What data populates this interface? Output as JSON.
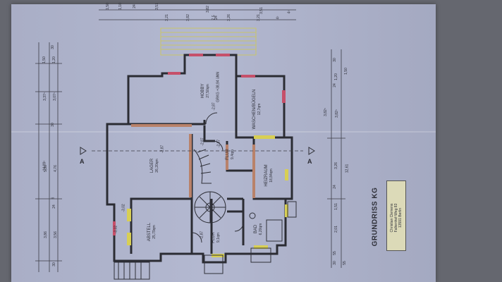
{
  "drawing": {
    "title": "GRUNDRISS KG",
    "stamp_lines": [
      "Christian Clemens",
      "Falkenhof-Weg 83",
      "13591 Berlin"
    ],
    "section_marks": [
      "A",
      "A"
    ]
  },
  "rooms": [
    {
      "name": "HOBBY",
      "area": "27,50qm",
      "extra": "GRKG +38,94 üNN"
    },
    {
      "name": "WASCHEN/BÜGELN",
      "area": "12,7qm"
    },
    {
      "name": "LAGER",
      "area": "26,20qm",
      "level": "-2,87"
    },
    {
      "name": "FLUR",
      "area": "9,4qm",
      "level": "-2,87"
    },
    {
      "name": "HEIZRAUM",
      "area": "18,84qm"
    },
    {
      "name": "ABSTELL",
      "area": "25,79qm",
      "level": "-3,02"
    },
    {
      "name": "FLUR",
      "area": "9,1qm",
      "level": "-2,87"
    },
    {
      "name": "BAD",
      "area": "6,20qm"
    }
  ],
  "levels": [
    "-2,87",
    "-3,02",
    "-2,87"
  ],
  "dimensions": {
    "top_left": [
      "1,50",
      "3,37⁵",
      "3,07⁵",
      "30",
      "1,20",
      "30"
    ],
    "left_long": [
      "14,09⁵",
      "5,36",
      "4,76",
      "3,86",
      "3,56",
      "30",
      "6",
      "24"
    ],
    "top_right": [
      "3,51",
      "3,82",
      "24",
      "3,26",
      "3,21",
      "4⁵",
      "3,82⁵",
      "7,5"
    ],
    "right_side": [
      "1,20",
      "30",
      "24",
      "1,50",
      "3,82⁵",
      "3,26",
      "12,61",
      "24",
      "1,51",
      "2,01",
      "55",
      "30",
      "55"
    ],
    "top_edge": [
      "1,50",
      "1,10",
      "24",
      "3,51",
      "3,82",
      "3,21",
      "4⁵"
    ]
  }
}
